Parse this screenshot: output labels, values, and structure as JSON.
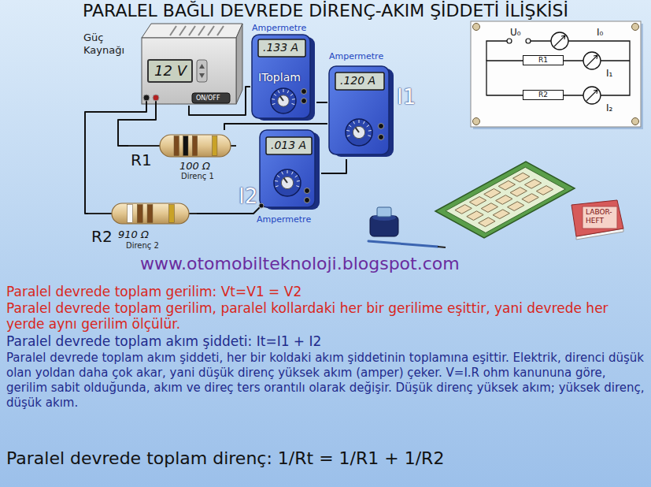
{
  "diagram": {
    "title": "PARALEL BAĞLI DEVREDE DİRENÇ-AKIM ŞİDDETİ İLİŞKİSİ",
    "nodes": [
      {
        "text": [
          "Güç Kaynağı",
          "12 V",
          "ON/OFF"
        ]
      },
      {
        "text": [
          "Ampermetre",
          ".133 A",
          "IToplam"
        ]
      },
      {
        "text": [
          "Ampermetre",
          ".120 A",
          "I1"
        ]
      },
      {
        "text": [
          "U₀",
          "I₀",
          "I₁",
          "I₂"
        ]
      },
      {
        "text": [
          "R1"
        ],
        "in": 3
      },
      {
        "text": [
          "R2"
        ],
        "in": 3
      },
      {
        "text": [
          "R1",
          "100 Ω",
          "Direnç 1"
        ]
      },
      {
        "text": [
          ".013 A",
          "I2",
          "Ampermetre"
        ]
      },
      {
        "text": [
          "R2",
          "910 Ω",
          "Direnç 2"
        ]
      },
      {
        "text": [
          "LABOR- HEFT"
        ]
      }
    ],
    "edges": [
      {
        "from": 0,
        "to": 1,
        "arrow": "none"
      },
      {
        "from": 1,
        "to": 2,
        "arrow": "none"
      },
      {
        "from": 6,
        "to": 2,
        "arrow": "none"
      },
      {
        "from": 0,
        "to": 6,
        "arrow": "none"
      },
      {
        "from": 0,
        "to": 8,
        "arrow": "none"
      },
      {
        "from": 8,
        "to": 7,
        "arrow": "none"
      },
      {
        "from": 7,
        "to": 2,
        "arrow": "none"
      },
      {
        "from": 4,
        "to": 5,
        "arrow": "none"
      }
    ],
    "labels": [
      "www.otomobilteknoloji.blogspot.com",
      "Paralel devrede toplam gerilim: Vt=V1 = V2",
      "Paralel devrede toplam gerilim, paralel kollardaki her bir gerilime eşittir, yani devrede her yerde aynı gerilim ölçülür.",
      "Paralel devrede toplam akım şiddeti: It=I1 + I2",
      "Paralel devrede toplam akım şiddeti, her bir koldaki akım şiddetinin toplamına eşittir. Elektrik, direnci düşük olan yoldan daha çok akar, yani düşük direnç yüksek akım (amper) çeker. V=I.R ohm kanununa göre, gerilim sabit olduğunda, akım ve direç ters orantılı olarak değişir. Düşük direnç yüksek akım; yüksek direnç, düşük akım.",
      "Paralel devrede toplam direnç: 1/Rt = 1/R1 + 1/R2"
    ]
  }
}
